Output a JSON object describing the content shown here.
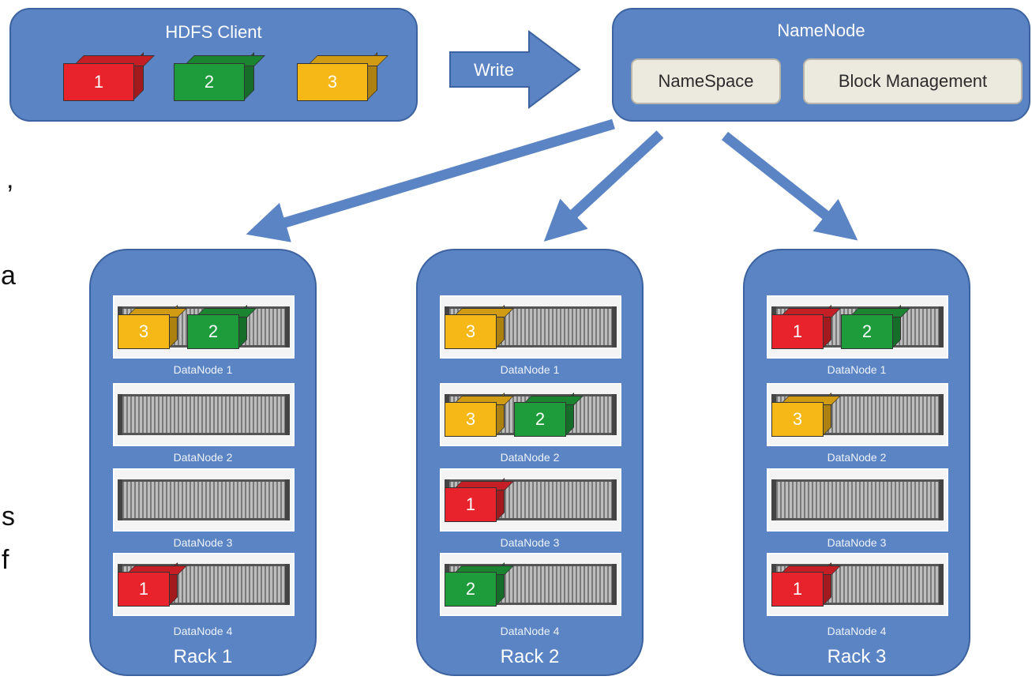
{
  "client": {
    "title": "HDFS Client",
    "blocks": [
      "1",
      "2",
      "3"
    ]
  },
  "write_label": "Write",
  "namenode": {
    "title": "NameNode",
    "namespace": "NameSpace",
    "block_management": "Block Management"
  },
  "block_colors": {
    "1": "#e8232b",
    "2": "#1e9b3a",
    "3": "#f6b817"
  },
  "racks": [
    {
      "label": "Rack 1",
      "nodes": [
        {
          "label": "DataNode 1",
          "blocks": [
            "3",
            "2"
          ]
        },
        {
          "label": "DataNode 2",
          "blocks": []
        },
        {
          "label": "DataNode 3",
          "blocks": []
        },
        {
          "label": "DataNode 4",
          "blocks": [
            "1"
          ]
        }
      ]
    },
    {
      "label": "Rack 2",
      "nodes": [
        {
          "label": "DataNode 1",
          "blocks": [
            "3"
          ]
        },
        {
          "label": "DataNode 2",
          "blocks": [
            "3",
            "2"
          ]
        },
        {
          "label": "DataNode 3",
          "blocks": [
            "1"
          ]
        },
        {
          "label": "DataNode 4",
          "blocks": [
            "2"
          ]
        }
      ]
    },
    {
      "label": "Rack 3",
      "nodes": [
        {
          "label": "DataNode 1",
          "blocks": [
            "1",
            "2"
          ]
        },
        {
          "label": "DataNode 2",
          "blocks": [
            "3"
          ]
        },
        {
          "label": "DataNode 3",
          "blocks": []
        },
        {
          "label": "DataNode 4",
          "blocks": [
            "1"
          ]
        }
      ]
    }
  ],
  "side_text": [
    ",",
    "a",
    "s",
    "f"
  ]
}
